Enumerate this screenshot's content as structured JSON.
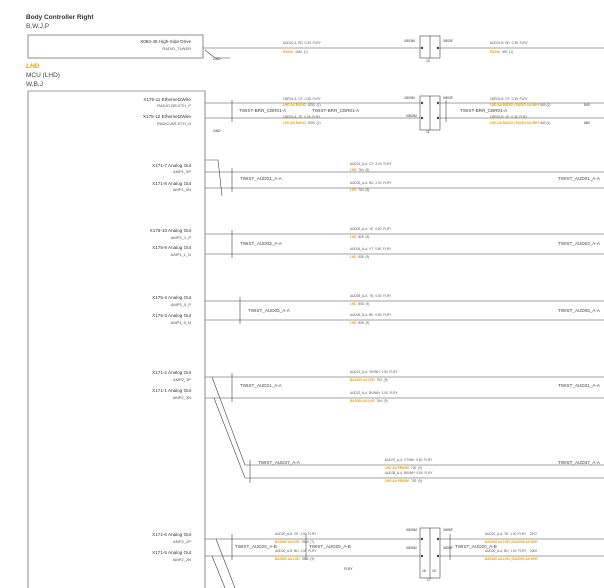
{
  "header": {
    "title": "Body Controller Right",
    "title_sub": "B,W,J,P",
    "lhd": "LHD",
    "mcu": "MCU (LHD)",
    "mcu_sub": "W,B,J"
  },
  "blocks": [
    {
      "pin": "X050-45 High-Side Drive",
      "sig": "RADIO_TUNER",
      "mid": "",
      "right": ""
    },
    {
      "pin": "X175-11 Ethernet2Wire",
      "sig": "RADIO-BR-ETH_P",
      "mid": "TWIST-BRR_CBR01-A",
      "right": ""
    },
    {
      "pin": "X175-12 Ethernet2Wire",
      "sig": "RADIO-BR-ETH_N",
      "mid": "",
      "right": ""
    },
    {
      "pin": "X171-7 Analog Out",
      "sig": "AMP1_5P",
      "mid": "TWIST_AUD01_A-A",
      "right": "TWIST_AUD01_A-A"
    },
    {
      "pin": "X171-8 Analog Out",
      "sig": "AMP1_5N",
      "mid": "",
      "right": ""
    },
    {
      "pin": "X175-10 Analog Out",
      "sig": "AMP3_1_P",
      "mid": "TWIST_AUD03_A-A",
      "right": "TWIST_AUD03_A-A"
    },
    {
      "pin": "X175-9 Analog Out",
      "sig": "AMP3_1_N",
      "mid": "",
      "right": ""
    },
    {
      "pin": "X175-4 Analog Out",
      "sig": "AMP3_5_P",
      "mid": "TWIST_AUD05_A-A",
      "right": "TWIST_AUD05_A-A"
    },
    {
      "pin": "X175-3 Analog Out",
      "sig": "AMP3_5_N",
      "mid": "",
      "right": ""
    },
    {
      "pin": "X171-2 Analog Out",
      "sig": "AMP2_3P",
      "mid": "TWIST_AUD21_A-A",
      "right": "TWIST_AUD21_A-A"
    },
    {
      "pin": "X171-1 Analog Out",
      "sig": "AMP2_3N",
      "mid": "",
      "right": ""
    },
    {
      "pin": "",
      "sig": "",
      "mid": "TWIST_AUD37_A-A",
      "right": "TWIST_AUD37_A-A"
    },
    {
      "pin": "X171-6 Analog Out",
      "sig": "AMP2_2P",
      "mid": "TWIST_AUD20_A-B",
      "right": ""
    },
    {
      "pin": "X171-5 Analog Out",
      "sig": "AMP2_2N",
      "mid": "",
      "right": ""
    }
  ],
  "twists_extra": {
    "cbr_right": "TWIST-BRR_CBR01-A",
    "cbr_left2": "TWIST-BRR_CBR01-A",
    "aud20_mid2": "TWIST_AUD20_A-B",
    "aud20_right": "TWIST_AUD20_A-B"
  },
  "wires": [
    {
      "id": "AUD01-A",
      "color": "RD",
      "size": "0.35",
      "type": "FLRY",
      "note": "RADIO",
      "len": "4040",
      "num": "(1)"
    },
    {
      "id": "AUD01-B",
      "color": "RD",
      "size": "0.35",
      "type": "FLRY",
      "note": "RADIO",
      "len": "600",
      "num": "(1)"
    },
    {
      "id": "CBR01-A",
      "color": "GY",
      "size": "0.35",
      "type": "FLRY",
      "note": "LHD AA RADIO",
      "len": "4250",
      "num": "(1)"
    },
    {
      "id": "CBR02-A",
      "color": "YE",
      "size": "0.35",
      "type": "FLRY",
      "note": "LHD AA RADIO",
      "len": "4250",
      "num": "(1)"
    },
    {
      "id": "CBR01-B",
      "color": "GY",
      "size": "0.35",
      "type": "FLRY",
      "note": "LHD AA RADIO | RADIO AA WHY",
      "len": "660",
      "num": "(1)"
    },
    {
      "id": "CBR02-B",
      "color": "YE",
      "size": "0.35",
      "type": "FLRY",
      "note": "LHD AA RADIO | RADIO AA WHY",
      "len": "660",
      "num": "(1)"
    },
    {
      "id": "AUD01_A-A",
      "color": "GY",
      "size": "2.00",
      "type": "FLRY",
      "note": "LHD",
      "len": "764",
      "num": "(9)"
    },
    {
      "id": "AUD02_A-A",
      "color": "BU",
      "size": "2.00",
      "type": "FLRY",
      "note": "LHD",
      "len": "764",
      "num": "(9)"
    },
    {
      "id": "AUD03_A-A",
      "color": "YE",
      "size": "0.50",
      "type": "FLRY",
      "note": "LHD",
      "len": "808",
      "num": "(9)"
    },
    {
      "id": "AUD04_A-A",
      "color": "VT",
      "size": "0.50",
      "type": "FLRY",
      "note": "LHD",
      "len": "808",
      "num": "(9)"
    },
    {
      "id": "AUD05_A-A",
      "color": "TN",
      "size": "0.50",
      "type": "FLRY",
      "note": "LHD",
      "len": "808",
      "num": "(9)"
    },
    {
      "id": "AUD06_A-A",
      "color": "BK",
      "size": "0.50",
      "type": "FLRY",
      "note": "LHD",
      "len": "808",
      "num": "(9)"
    },
    {
      "id": "AUD21_A-A",
      "color": "YE/WH",
      "size": "1.00",
      "type": "FLRY",
      "note": "BAS000 AA LHD",
      "len": "764",
      "num": "(9)"
    },
    {
      "id": "AUD22_A-A",
      "color": "BU/WH",
      "size": "1.00",
      "type": "FLRY",
      "note": "BAS000 AA LHD",
      "len": "764",
      "num": "(9)"
    },
    {
      "id": "AUD37_A-A",
      "color": "VT/WH",
      "size": "0.50",
      "type": "FLRY",
      "note": "LHD AA PR0000",
      "len": "700",
      "num": "(9)"
    },
    {
      "id": "AUD38_A-A",
      "color": "BK/WH",
      "size": "0.50",
      "type": "FLRY",
      "note": "LHD AA PR0000",
      "len": "700",
      "num": "(9)"
    },
    {
      "id": "AUD20_A-B",
      "color": "YE",
      "size": "1.00",
      "type": "FLRY",
      "note": "BAS000 AA LHD",
      "len": "7860",
      "num": "(7)"
    },
    {
      "id": "AUD20_A-B",
      "color": "BU",
      "size": "1.00",
      "type": "FLRY",
      "note": "BAS000 AA LHD",
      "len": "7860",
      "num": "(9)"
    },
    {
      "id": "AUD20_A-A",
      "color": "YE",
      "size": "1.00",
      "type": "FLRY",
      "note": "BAS000 AA LHD | BAS000 AA WHY",
      "len": "2972",
      "num": ""
    },
    {
      "id": "AUD20_A-A",
      "color": "BU",
      "size": "1.00",
      "type": "FLRY",
      "note": "BAS000 AA LHD | BAS000 AA WHY",
      "len": "2000",
      "num": ""
    }
  ],
  "connectors": {
    "x803m": "X803M",
    "x803f": "X803F",
    "x805m": "X805M",
    "x805f": "X805F",
    "p10": "10",
    "p11": "11",
    "p16": "16",
    "p15": "15",
    "p17": "17"
  },
  "misc": {
    "flry": "FLRY",
    "g1": "GND",
    "g2": "GND",
    "n640": "640",
    "n680": "680"
  }
}
